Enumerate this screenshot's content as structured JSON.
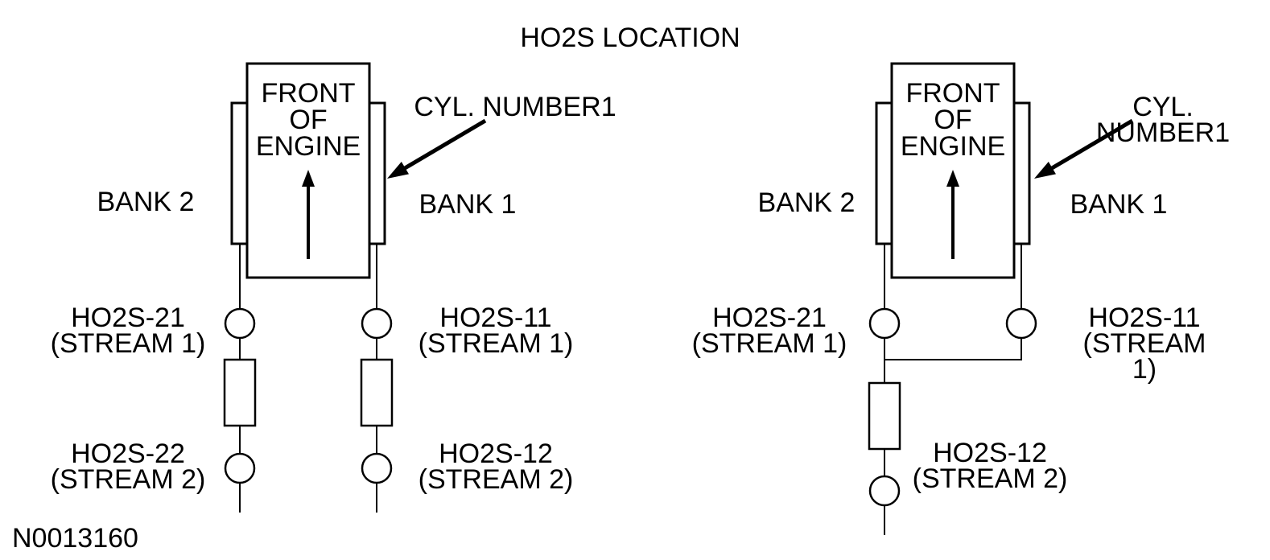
{
  "title": "HO2S LOCATION",
  "part_number": "N0013160",
  "colors": {
    "ink": "#000000",
    "background": "#ffffff"
  },
  "diagrams": [
    {
      "id": "dual-exhaust",
      "engine_label": "FRONT\nOF\nENGINE",
      "cyl_label": "CYL. NUMBER1",
      "bank2_label": "BANK 2",
      "bank1_label": "BANK 1",
      "sensors": [
        {
          "label": "HO2S-21\n(STREAM 1)"
        },
        {
          "label": "HO2S-11\n(STREAM 1)"
        },
        {
          "label": "HO2S-22\n(STREAM 2)"
        },
        {
          "label": "HO2S-12\n(STREAM 2)"
        }
      ]
    },
    {
      "id": "y-pipe-exhaust",
      "engine_label": "FRONT\nOF\nENGINE",
      "cyl_label": "CYL. NUMBER1",
      "bank2_label": "BANK 2",
      "bank1_label": "BANK 1",
      "sensors": [
        {
          "label": "HO2S-21\n(STREAM 1)"
        },
        {
          "label": "HO2S-11\n(STREAM 1)"
        },
        {
          "label": "HO2S-12\n(STREAM 2)"
        }
      ]
    }
  ]
}
